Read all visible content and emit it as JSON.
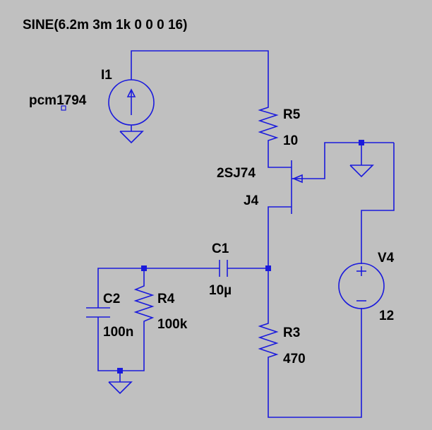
{
  "directive": "SINE(6.2m 3m 1k 0 0 0 16)",
  "components": {
    "I1": {
      "name": "I1",
      "value": "pcm1794"
    },
    "R5": {
      "name": "R5",
      "value": "10"
    },
    "J4": {
      "name": "J4",
      "model": "2SJ74"
    },
    "C1": {
      "name": "C1",
      "value": "10µ"
    },
    "C2": {
      "name": "C2",
      "value": "100n"
    },
    "R4": {
      "name": "R4",
      "value": "100k"
    },
    "R3": {
      "name": "R3",
      "value": "470"
    },
    "V4": {
      "name": "V4",
      "value": "12"
    }
  },
  "colors": {
    "wire": "#1a1adc",
    "background": "#c0c0c0",
    "text": "#000000"
  }
}
